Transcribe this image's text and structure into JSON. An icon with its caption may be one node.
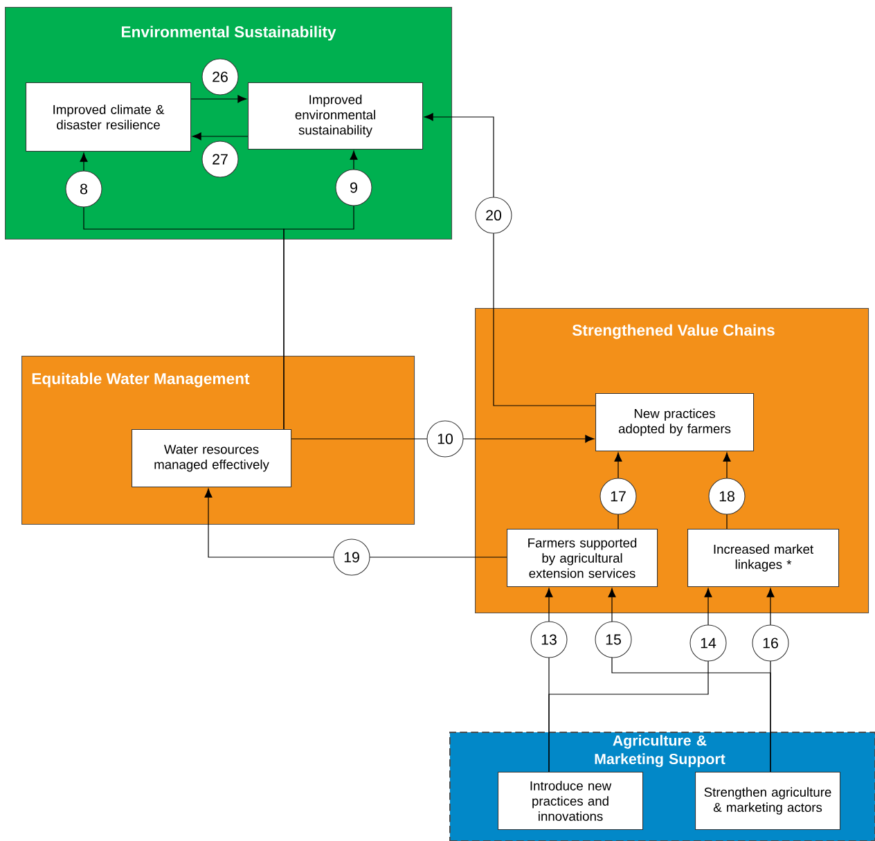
{
  "diagram": {
    "nodes": [
      {
        "text": [
          "Environmental Sustainability"
        ]
      },
      {
        "text": [
          "Improved climate & disaster resilience"
        ],
        "in": 0
      },
      {
        "text": [
          "Improved environmental sustainability"
        ],
        "in": 0
      },
      {
        "text": [
          "Equitable Water Management"
        ]
      },
      {
        "text": [
          "Water resources managed effectively"
        ],
        "in": 3
      },
      {
        "text": [
          "Strengthened Value Chains"
        ]
      },
      {
        "text": [
          "New practices adopted by farmers"
        ],
        "in": 5
      },
      {
        "text": [
          "Farmers supported by agricultural extension services"
        ],
        "in": 5
      },
      {
        "text": [
          "Increased market linkages *"
        ],
        "in": 5
      },
      {
        "text": [
          "Agriculture & Marketing Support"
        ]
      },
      {
        "text": [
          "Introduce new practices and innovations"
        ],
        "in": 9
      },
      {
        "text": [
          "Strengthen agriculture & marketing actors"
        ],
        "in": 9
      }
    ],
    "edges": [
      {
        "from": 1,
        "to": 2,
        "arrow": "to",
        "label": "26"
      },
      {
        "from": 2,
        "to": 1,
        "arrow": "to",
        "label": "27"
      },
      {
        "from": 4,
        "to": 1,
        "arrow": "to",
        "label": "8"
      },
      {
        "from": 4,
        "to": 2,
        "arrow": "to",
        "label": "9"
      },
      {
        "from": 6,
        "to": 2,
        "arrow": "to",
        "label": "20"
      },
      {
        "from": 4,
        "to": 6,
        "arrow": "to",
        "label": "10"
      },
      {
        "from": 7,
        "to": 6,
        "arrow": "to",
        "label": "17"
      },
      {
        "from": 8,
        "to": 6,
        "arrow": "to",
        "label": "18"
      },
      {
        "from": 7,
        "to": 4,
        "arrow": "to",
        "label": "19"
      },
      {
        "from": 10,
        "to": 7,
        "arrow": "to",
        "label": "13"
      },
      {
        "from": 10,
        "to": 8,
        "arrow": "to",
        "label": "14"
      },
      {
        "from": 11,
        "to": 7,
        "arrow": "to",
        "label": "15"
      },
      {
        "from": 11,
        "to": 8,
        "arrow": "to",
        "label": "16"
      }
    ]
  }
}
